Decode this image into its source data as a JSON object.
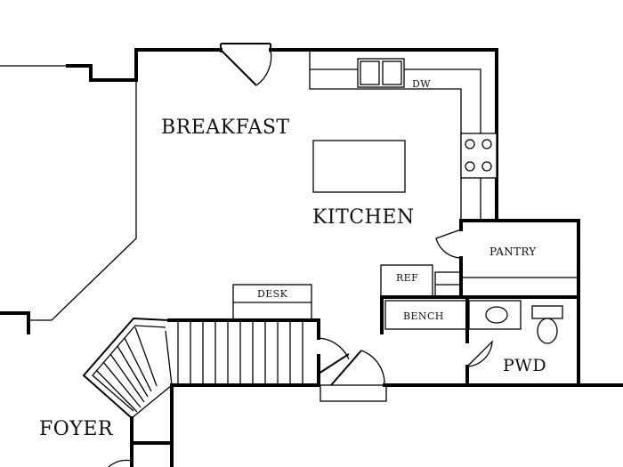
{
  "rooms": {
    "breakfast": "BREAKFAST",
    "kitchen": "KITCHEN",
    "foyer": "FOYER",
    "pantry": "PANTRY",
    "pwd": "PWD"
  },
  "fixtures": {
    "dw": "DW",
    "ref": "REF",
    "desk": "DESK",
    "bench": "BENCH"
  }
}
